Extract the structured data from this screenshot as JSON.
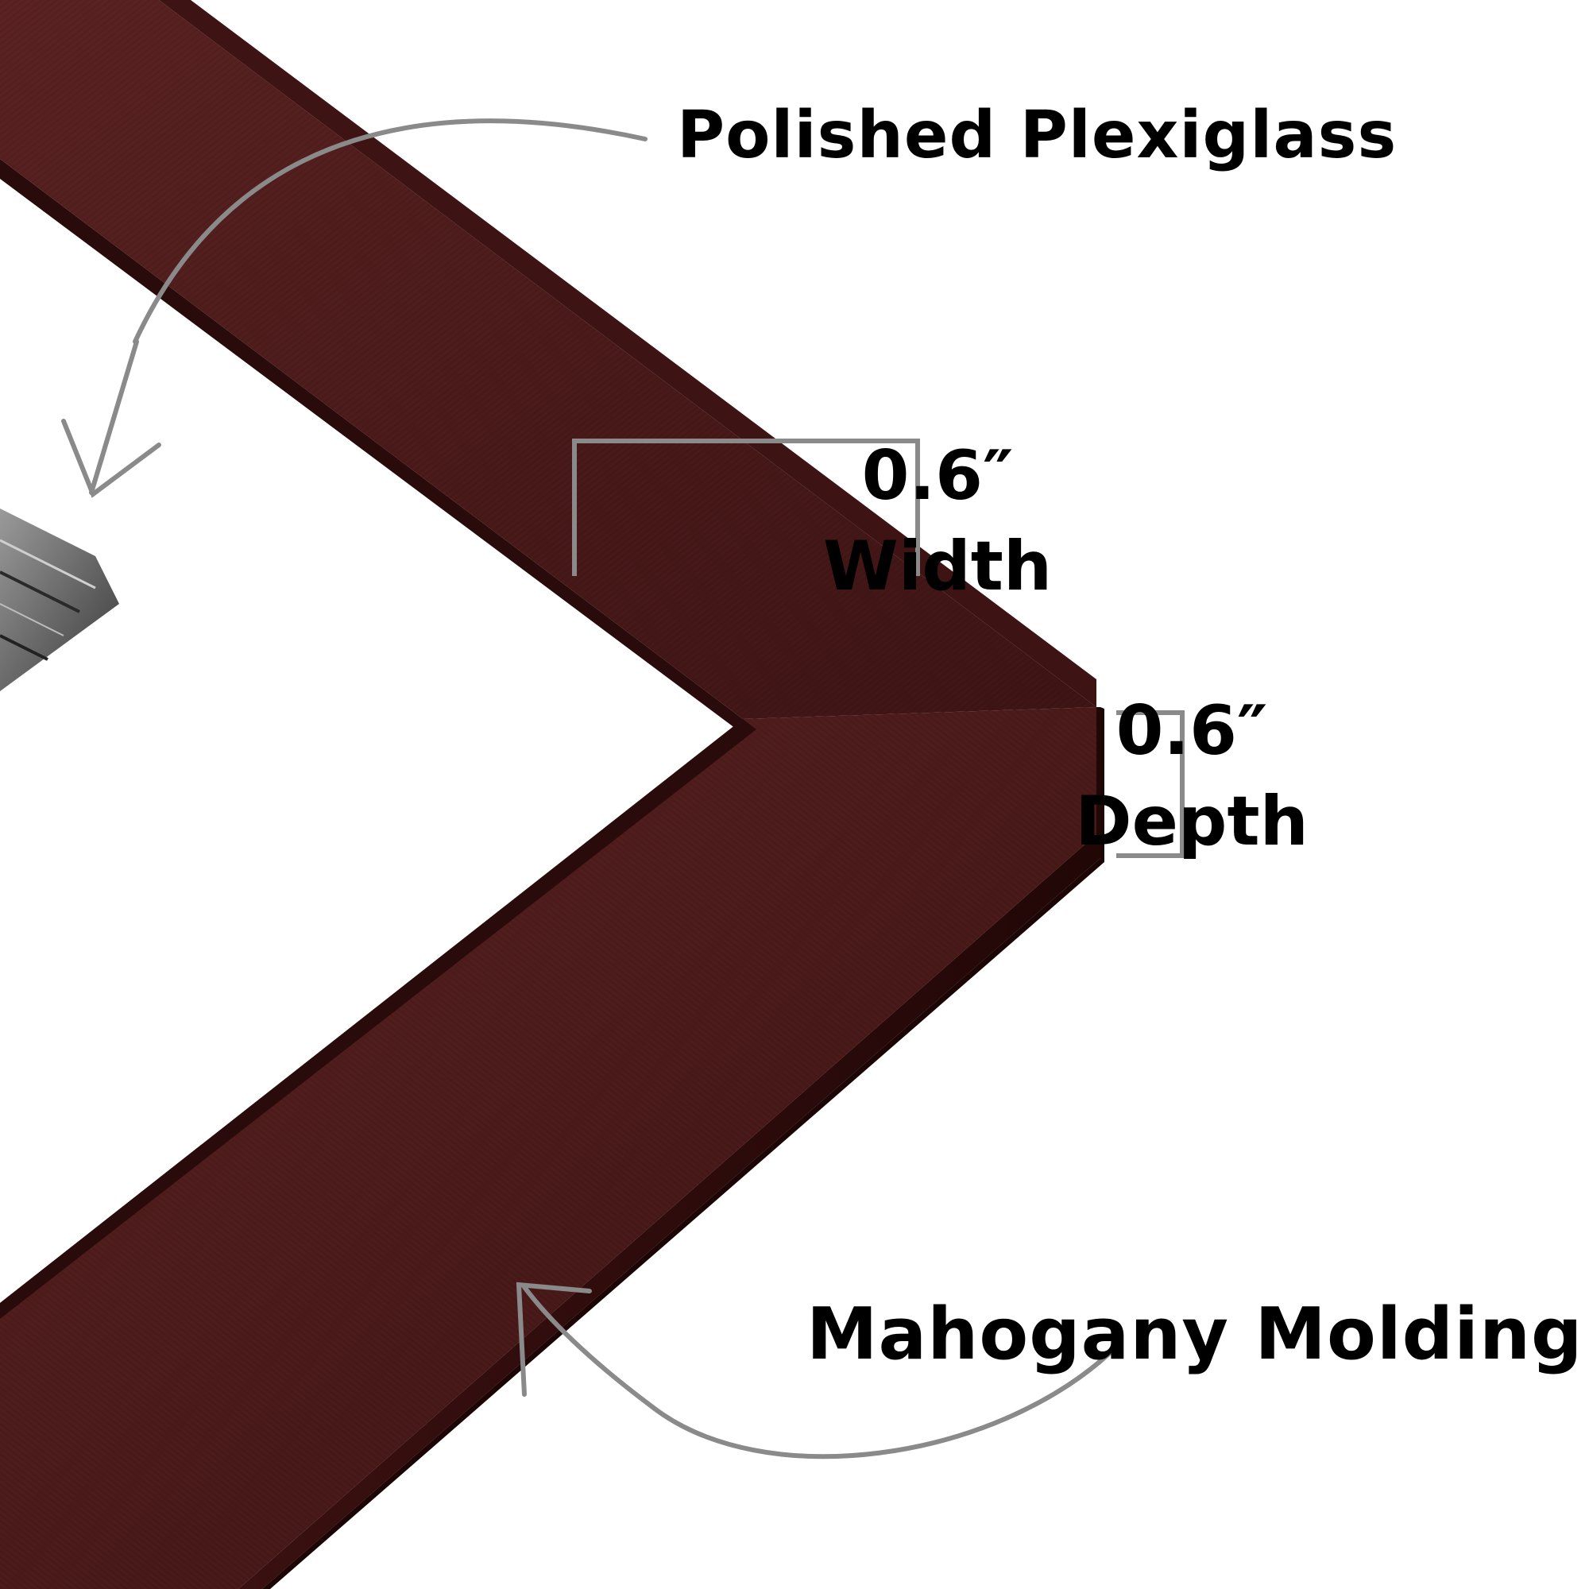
{
  "callouts": {
    "glazing": "Polished Plexiglass",
    "width_value": "0.6″",
    "width_name": "Width",
    "depth_value": "0.6″",
    "depth_name": "Depth",
    "molding": "Mahogany Molding"
  },
  "colors": {
    "frame_face": "#4a1a1a",
    "frame_edge": "#2e0c0c",
    "frame_lip": "#3a1111",
    "callout_gray": "#8a8a8a",
    "text": "#000000",
    "background": "#ffffff"
  }
}
